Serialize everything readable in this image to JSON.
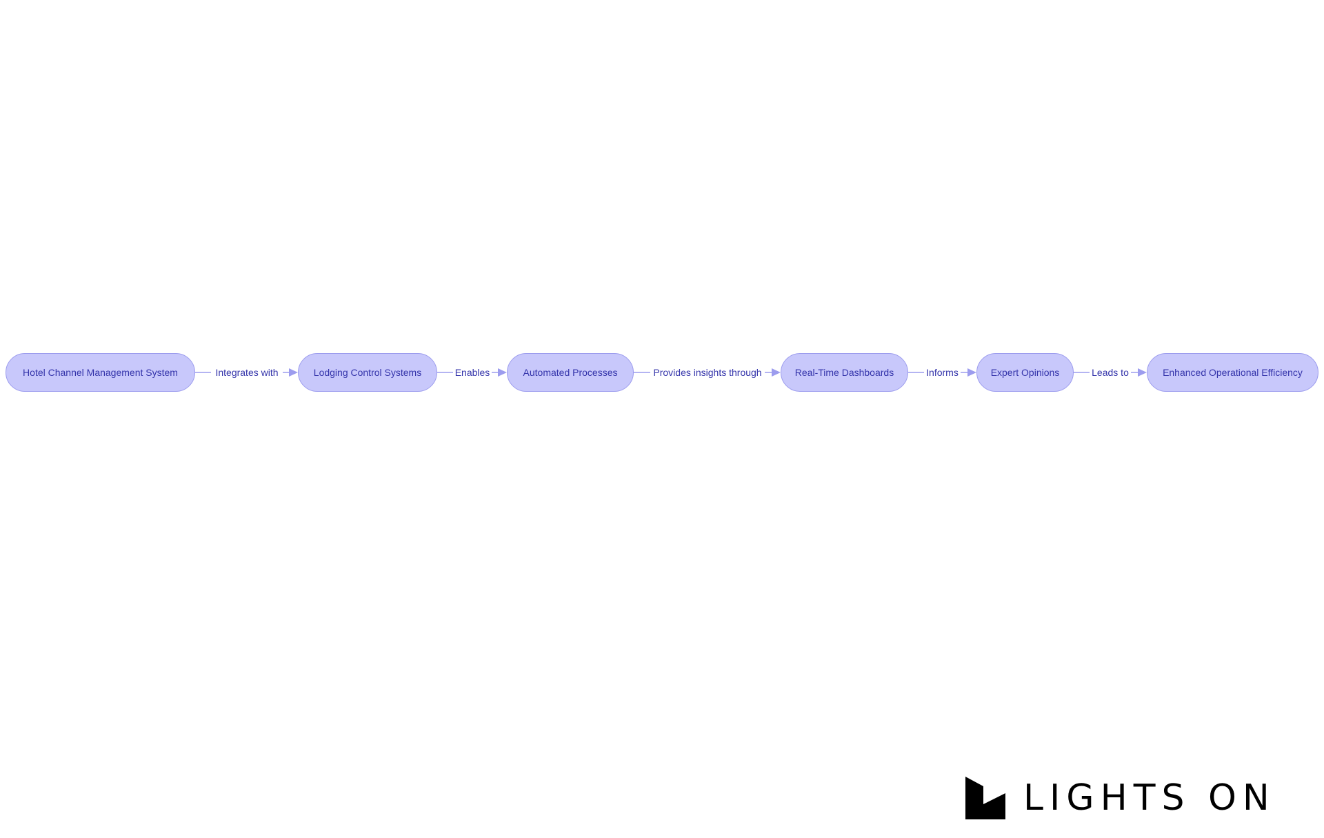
{
  "colors": {
    "node_fill": "#c8c8fb",
    "node_border": "#9c9cee",
    "edge": "#9c9cee",
    "text": "#3333aa",
    "logo": "#000000"
  },
  "flow": {
    "nodes": [
      {
        "id": "n1",
        "label": "Hotel Channel Management System"
      },
      {
        "id": "n2",
        "label": "Lodging Control Systems"
      },
      {
        "id": "n3",
        "label": "Automated Processes"
      },
      {
        "id": "n4",
        "label": "Real-Time Dashboards"
      },
      {
        "id": "n5",
        "label": "Expert Opinions"
      },
      {
        "id": "n6",
        "label": "Enhanced Operational Efficiency"
      }
    ],
    "edges": [
      {
        "from": "n1",
        "to": "n2",
        "label": "Integrates with"
      },
      {
        "from": "n2",
        "to": "n3",
        "label": "Enables"
      },
      {
        "from": "n3",
        "to": "n4",
        "label": "Provides insights through"
      },
      {
        "from": "n4",
        "to": "n5",
        "label": "Informs"
      },
      {
        "from": "n5",
        "to": "n6",
        "label": "Leads to"
      }
    ]
  },
  "logo": {
    "text": "LIGHTS ON",
    "icon": "lights-on-logo-icon"
  }
}
